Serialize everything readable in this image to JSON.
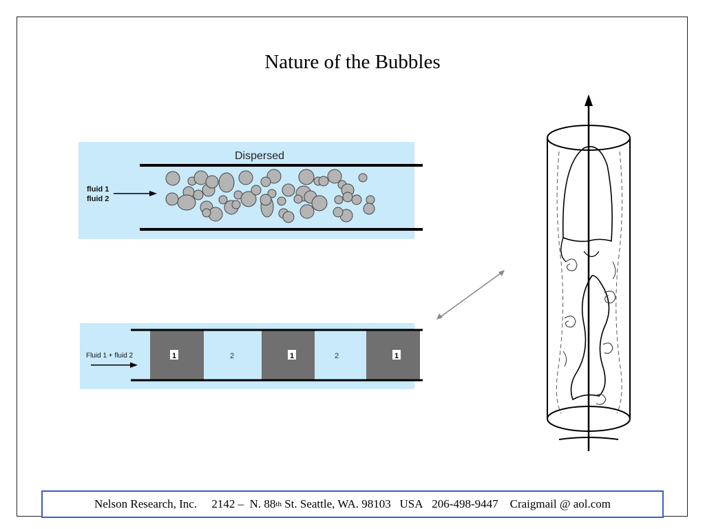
{
  "slide": {
    "title": "Nature of the Bubbles"
  },
  "dispersed_panel": {
    "label": "Dispersed",
    "fluid_labels": [
      "fluid 1",
      "fluid 2"
    ]
  },
  "slug_panel": {
    "inlet_label": "Fluid 1 + fluid 2",
    "segments": [
      {
        "label": "1",
        "fluid": "fluid-1"
      },
      {
        "label": "2",
        "fluid": "fluid-2"
      },
      {
        "label": "1",
        "fluid": "fluid-1"
      },
      {
        "label": "2",
        "fluid": "fluid-2"
      },
      {
        "label": "1",
        "fluid": "fluid-1"
      }
    ]
  },
  "footer": {
    "company": "Nelson Research, Inc.",
    "address_number": "2142 –  N. 88",
    "address_sup": "th",
    "address_rest": " St. Seattle, WA. 98103   USA",
    "phone": "206-498-9447",
    "email": "Craigmail @ aol.com"
  },
  "colors": {
    "panel_background": "#c8eafa",
    "fluid_1": "#707070",
    "bubble": "#b4b4b4",
    "footer_border": "#3a5bd0"
  }
}
